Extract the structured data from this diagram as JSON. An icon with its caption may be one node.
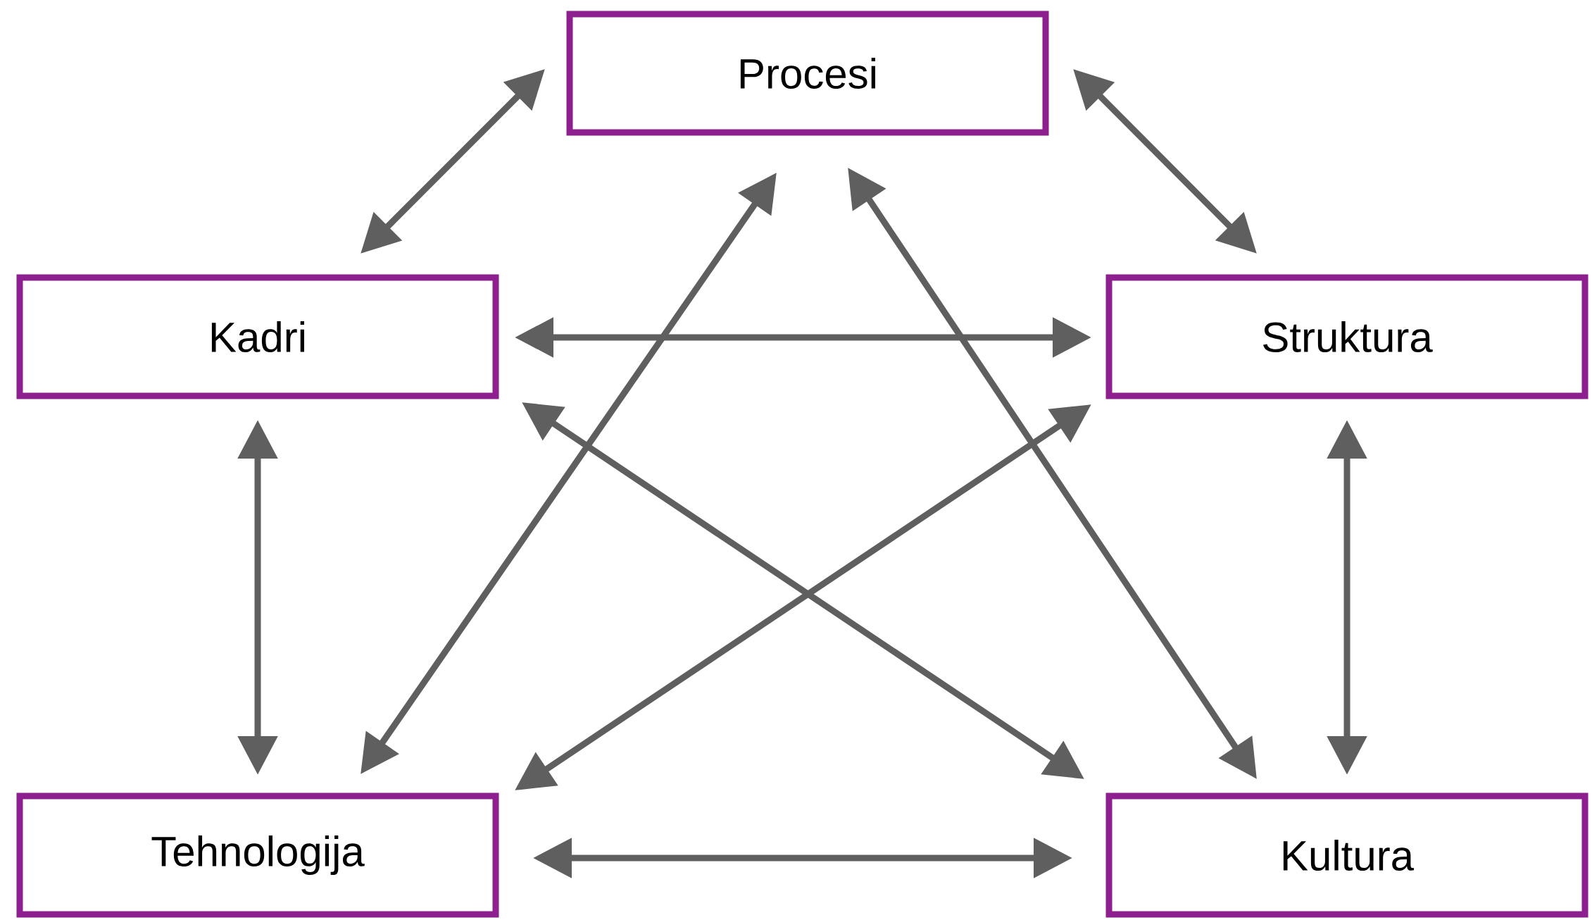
{
  "diagram": {
    "nodes": [
      {
        "text": [
          "Procesi"
        ]
      },
      {
        "text": [
          "Kadri"
        ]
      },
      {
        "text": [
          "Struktura"
        ]
      },
      {
        "text": [
          "Tehnologija"
        ]
      },
      {
        "text": [
          "Kultura"
        ]
      }
    ],
    "edges": [
      {
        "from": 0,
        "to": 1,
        "arrow": "both"
      },
      {
        "from": 0,
        "to": 2,
        "arrow": "both"
      },
      {
        "from": 1,
        "to": 2,
        "arrow": "both"
      },
      {
        "from": 0,
        "to": 3,
        "arrow": "both"
      },
      {
        "from": 0,
        "to": 4,
        "arrow": "both"
      },
      {
        "from": 1,
        "to": 4,
        "arrow": "both"
      },
      {
        "from": 2,
        "to": 3,
        "arrow": "both"
      },
      {
        "from": 1,
        "to": 3,
        "arrow": "both"
      },
      {
        "from": 2,
        "to": 4,
        "arrow": "both"
      },
      {
        "from": 3,
        "to": 4,
        "arrow": "both"
      }
    ]
  }
}
